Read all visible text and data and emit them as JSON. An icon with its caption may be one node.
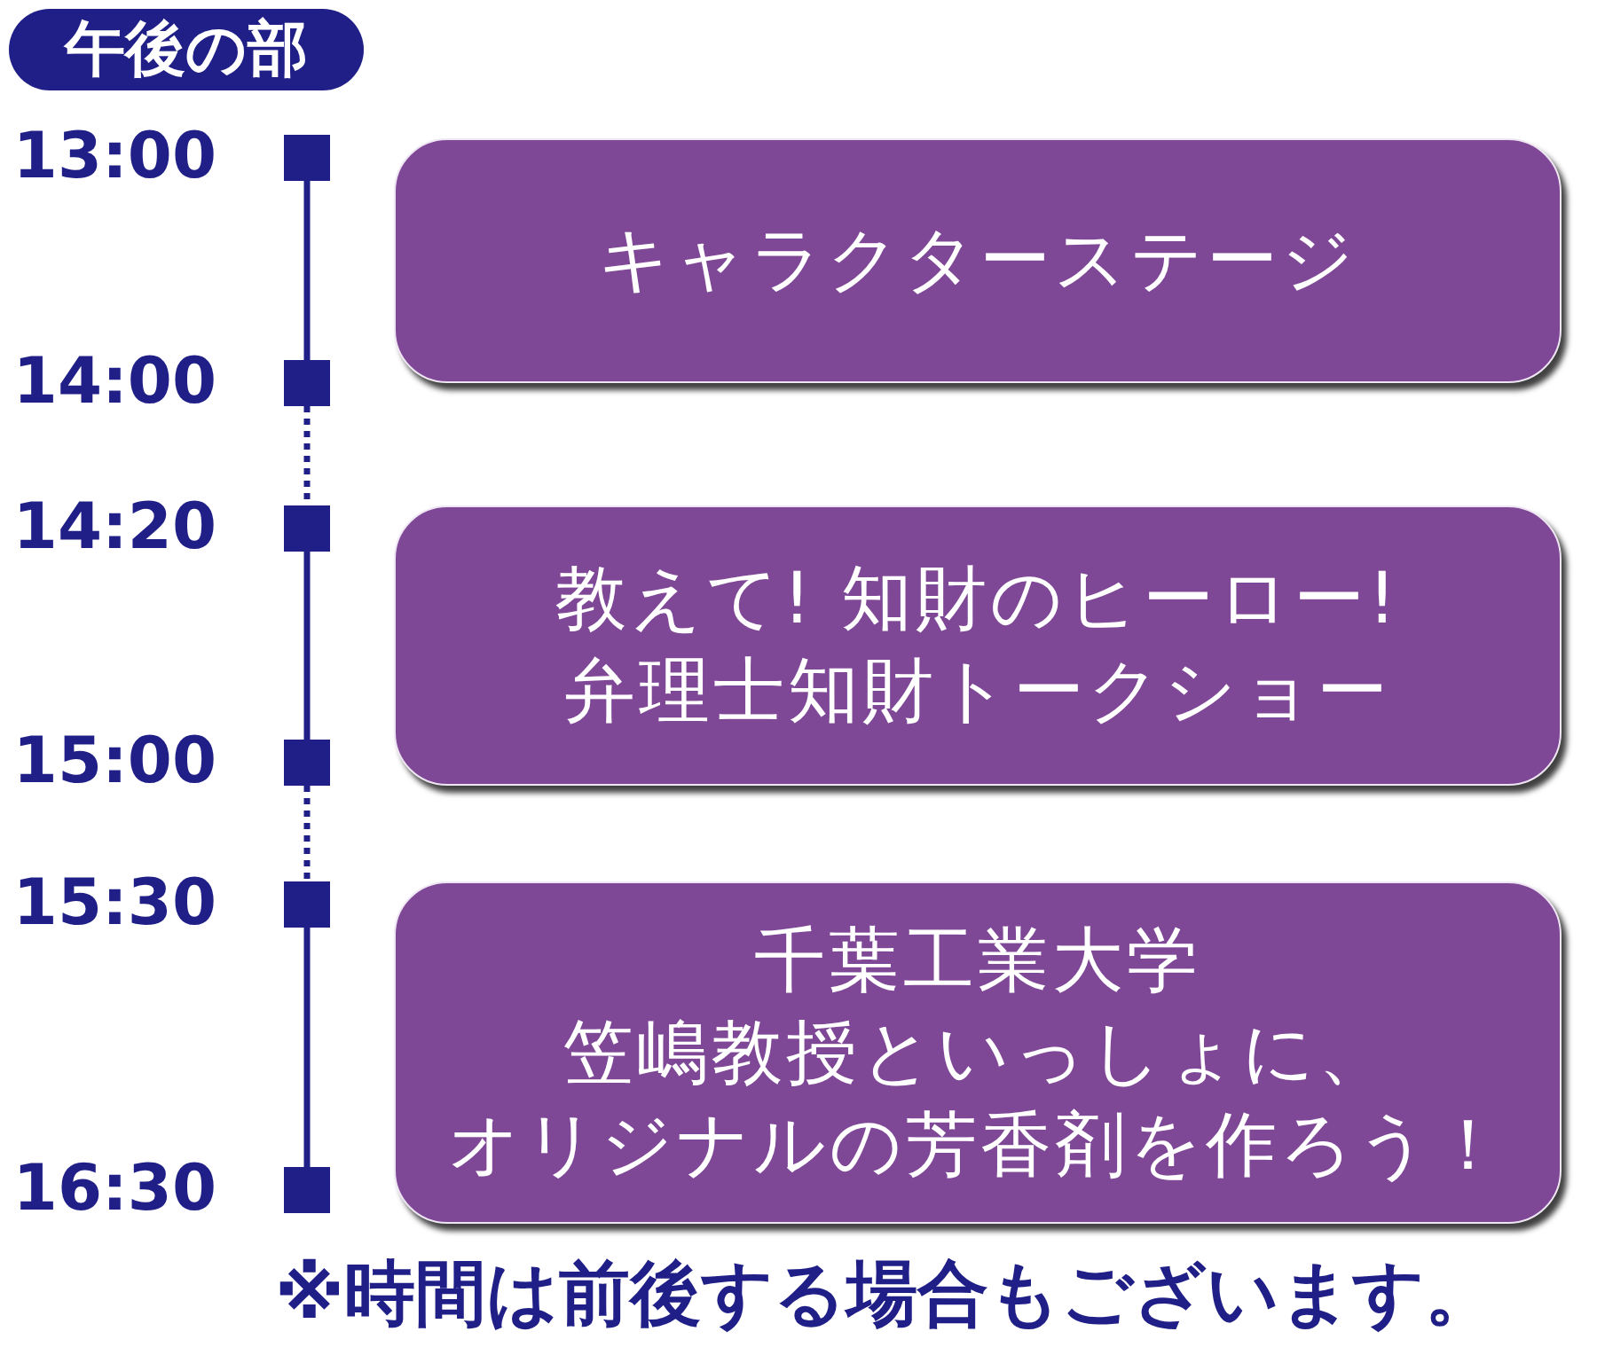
{
  "diagram": {
    "nodes": [
      {
        "text": [
          "午後の部"
        ]
      },
      {
        "text": [],
        "shape": "box",
        "beside": [
          "13:00"
        ]
      },
      {
        "text": [
          "キャラクターステージ"
        ]
      },
      {
        "text": [],
        "shape": "box",
        "beside": [
          "14:00"
        ]
      },
      {
        "text": [],
        "shape": "box",
        "beside": [
          "14:20"
        ]
      },
      {
        "text": [
          "教えて! 知財のヒーロー!",
          "弁理士知財トークショー"
        ]
      },
      {
        "text": [],
        "shape": "box",
        "beside": [
          "15:00"
        ]
      },
      {
        "text": [],
        "shape": "box",
        "beside": [
          "15:30"
        ]
      },
      {
        "text": [
          "千葉工業大学",
          "笠嶋教授といっしょに、オリジナルの芳香剤を作ろう！"
        ]
      },
      {
        "text": [],
        "shape": "box",
        "beside": [
          "16:30"
        ]
      }
    ],
    "edges": [
      {
        "from": 1,
        "to": 3,
        "arrow": "none"
      },
      {
        "from": 3,
        "to": 4,
        "arrow": "none",
        "style": "dashed"
      },
      {
        "from": 4,
        "to": 6,
        "arrow": "none"
      },
      {
        "from": 6,
        "to": 7,
        "arrow": "none",
        "style": "dashed"
      },
      {
        "from": 7,
        "to": 9,
        "arrow": "none"
      }
    ],
    "labels": [
      "※時間は前後する場合もございます。"
    ]
  }
}
